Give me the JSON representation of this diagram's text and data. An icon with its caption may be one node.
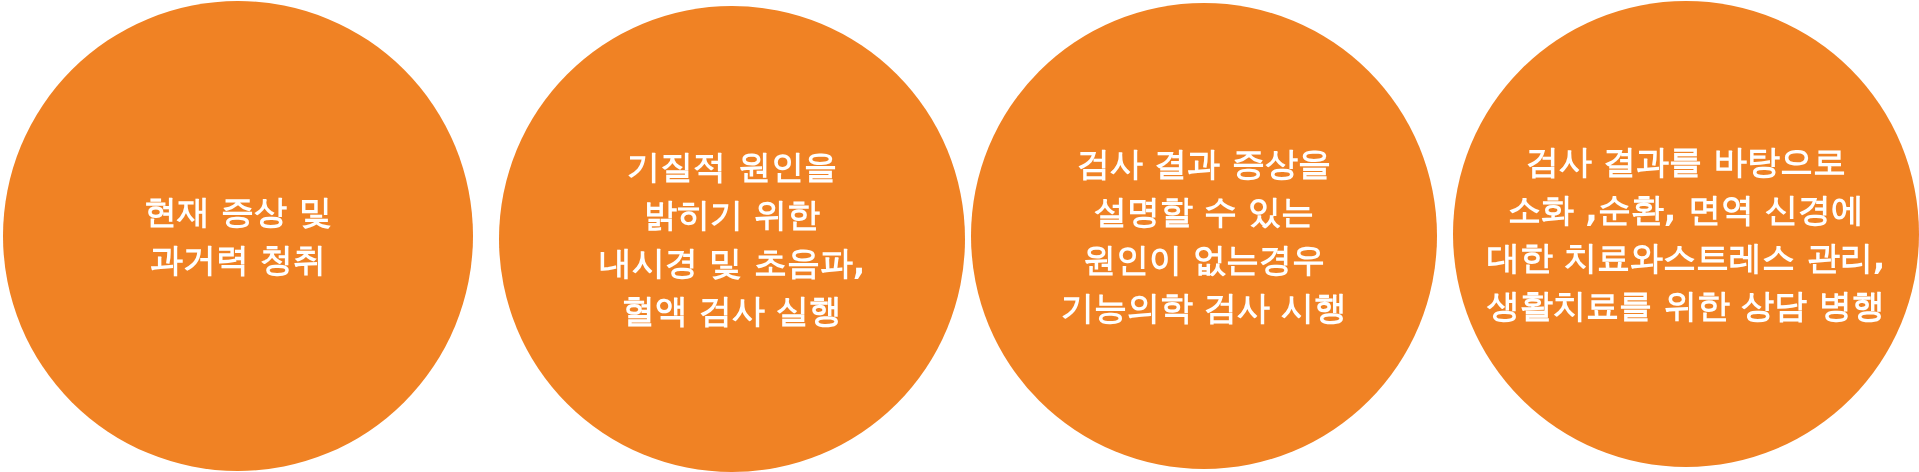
{
  "diagram": {
    "nodes": [
      {
        "text": [
          "현재 증상 및 과거력 청취"
        ]
      },
      {
        "text": [
          "기질적 원인을 밝히기 위한 내시경 및 초음파, 혈액 검사 실행"
        ]
      },
      {
        "text": [
          "검사 결과 증상을 설명할 수 있는 원인이 없는경우 기능의학 검사 시행"
        ]
      },
      {
        "text": [
          "검사 결과를 바탕으로 소화 ,순환, 면역 신경에 대한 치료와스트레스 관리, 생활치료를 위한 상담 병행"
        ]
      }
    ]
  }
}
